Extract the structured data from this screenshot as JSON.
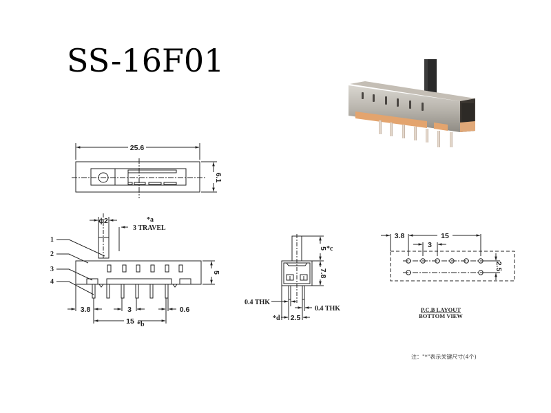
{
  "title": "SS-16F01",
  "top_view": {
    "width_dim": "25.6",
    "height_dim": "6.1"
  },
  "side_view": {
    "shaft_dia": "ϕ2",
    "travel_marker": "*a",
    "travel_label": "3 TRAVEL",
    "callouts": [
      "1",
      "2",
      "3",
      "4"
    ],
    "height_dim": "5",
    "offset_dim": "3.8",
    "pitch_dim": "3",
    "pin_width_dim": "0.6",
    "span_dim": "15",
    "span_marker": "*b"
  },
  "end_view": {
    "shaft_height": "5",
    "shaft_marker": "*c",
    "body_height": "7.8",
    "thk_left": "0.4 THK",
    "thk_right": "0.4 THK",
    "row_pitch": "2.5",
    "row_marker": "*d"
  },
  "pcb_layout": {
    "offset_dim": "3.8",
    "span_dim": "15",
    "pitch_dim": "3",
    "row_dim": "2.5",
    "caption_line1": "P.C.B LAYOUT",
    "caption_line2": "BOTTOM VIEW"
  },
  "note": "注：\"*\"表示关键尺寸(4个)",
  "photo": {
    "alt": "slide-switch-product-photo"
  }
}
